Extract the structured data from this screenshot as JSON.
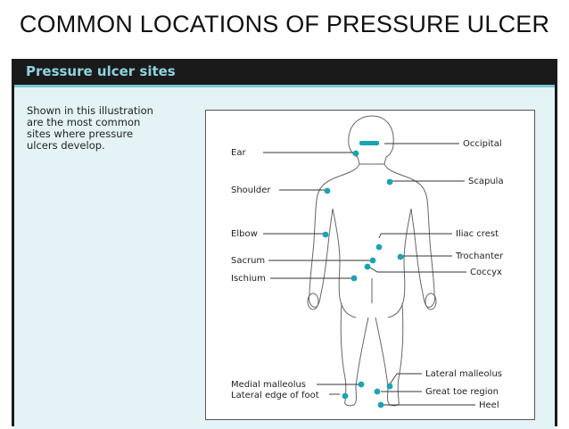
{
  "slide": {
    "title": "COMMON LOCATIONS OF PRESSURE ULCER"
  },
  "panel": {
    "header": "Pressure ulcer sites",
    "intro_lines": [
      "Shown in this illustration",
      "are the most common",
      "sites where pressure",
      "ulcers develop."
    ]
  },
  "sites": {
    "left": [
      "Ear",
      "Shoulder",
      "Elbow",
      "Sacrum",
      "Ischium",
      "Medial malleolus",
      "Lateral edge of foot"
    ],
    "right": [
      "Occipital",
      "Scapula",
      "Iliac crest",
      "Trochanter",
      "Coccyx",
      "Lateral malleolus",
      "Great toe region",
      "Heel"
    ]
  },
  "colors": {
    "accent": "#1aa3b3",
    "header_text": "#8fd3dd",
    "panel_bg": "#e4f3f5",
    "dark": "#1a1a1a"
  }
}
